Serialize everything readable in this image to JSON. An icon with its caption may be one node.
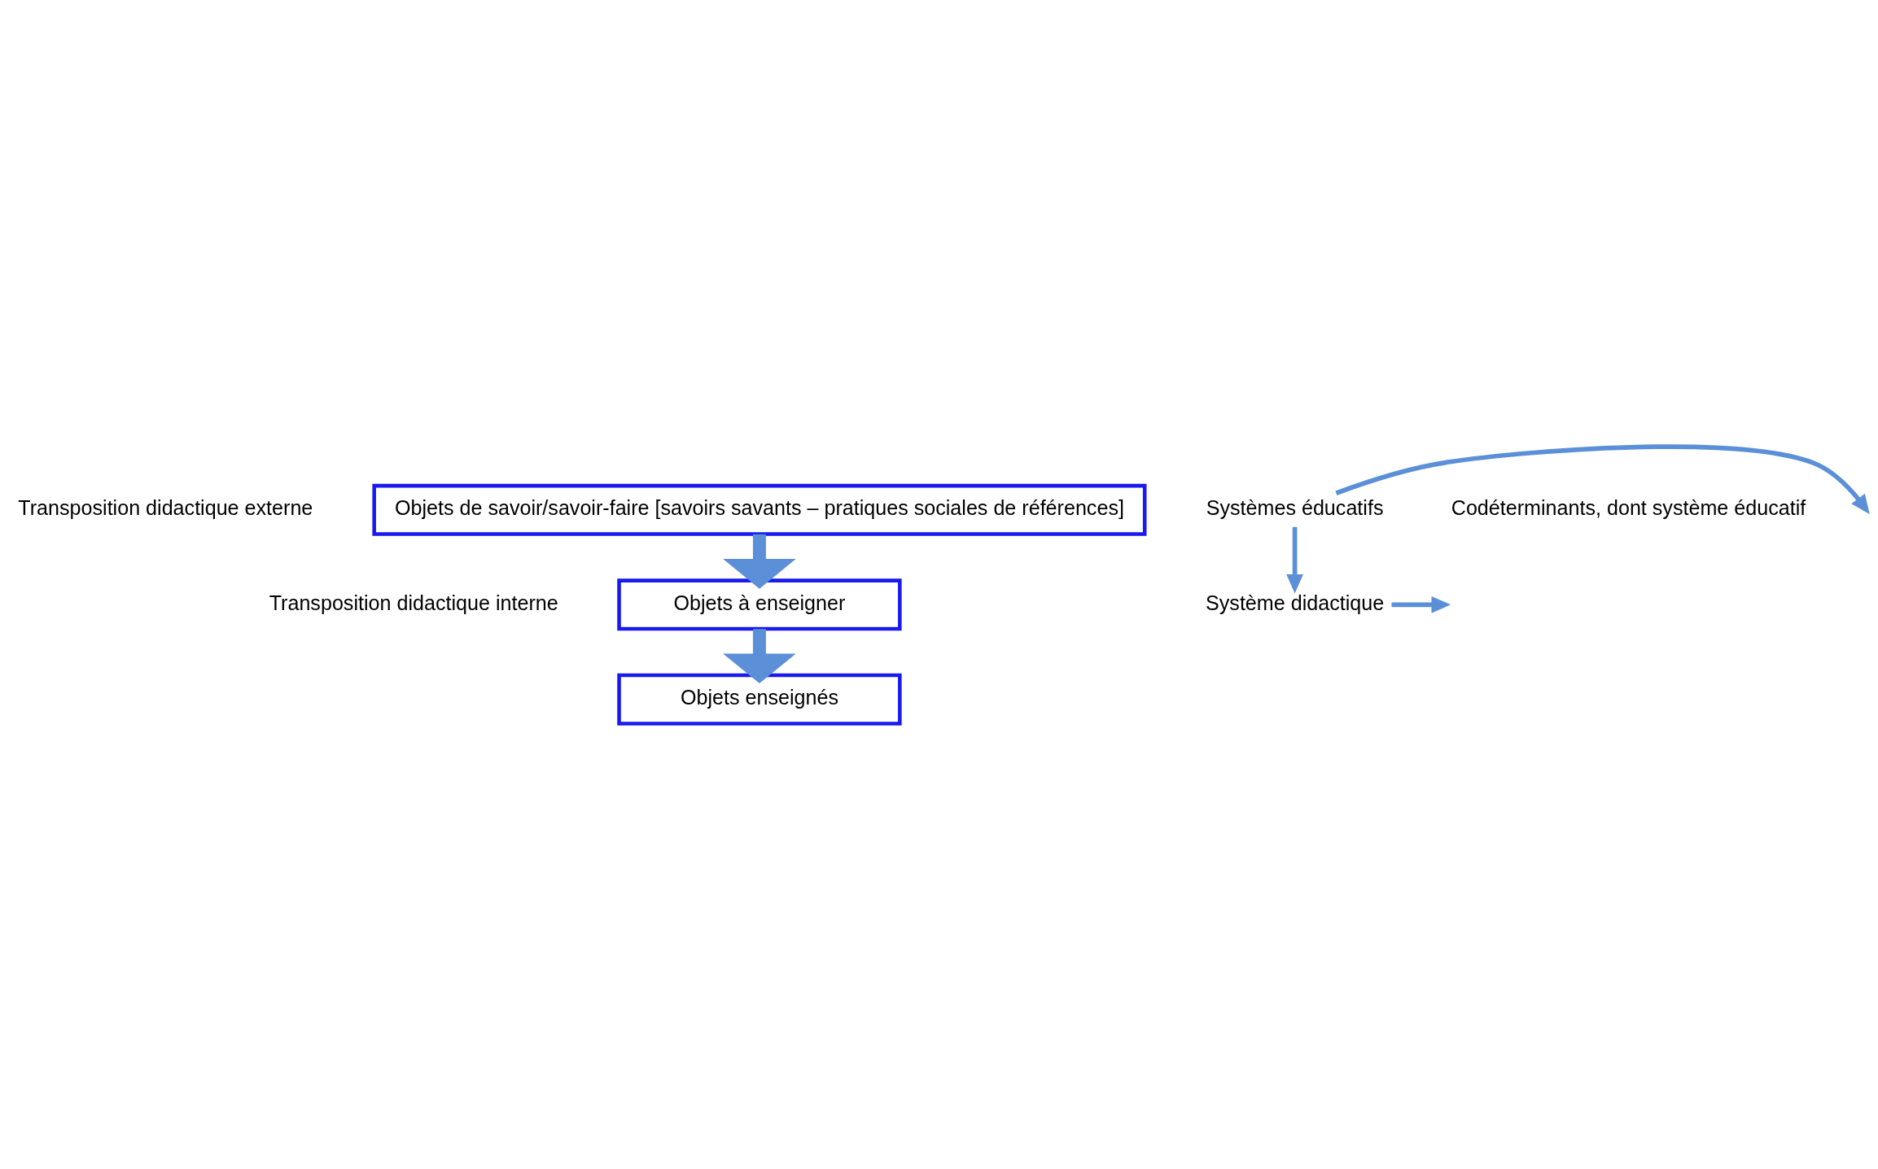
{
  "diagram": {
    "nodes": [
      {
        "text": [
          "Objets de savoir/savoir-faire [savoirs savants – pratiques sociales de références]"
        ]
      },
      {
        "text": [
          "Objets à enseigner"
        ]
      },
      {
        "text": [
          "Objets enseignés"
        ]
      },
      {
        "text": [
          "Systèmes éducatifs"
        ]
      },
      {
        "text": [
          "Système didactique"
        ]
      }
    ],
    "edges": [
      {
        "from": 0,
        "to": 1,
        "arrow": "to",
        "style": "thick"
      },
      {
        "from": 1,
        "to": 2,
        "arrow": "to",
        "style": "thick"
      },
      {
        "from": 3,
        "to": null,
        "arrow": "to"
      },
      {
        "from": 3,
        "to": 4,
        "arrow": "to"
      },
      {
        "from": 4,
        "to": null,
        "arrow": "to"
      }
    ],
    "labels": [
      "Transposition didactique externe",
      "Transposition didactique interne",
      "Codéterminants, dont système éducatif"
    ]
  }
}
